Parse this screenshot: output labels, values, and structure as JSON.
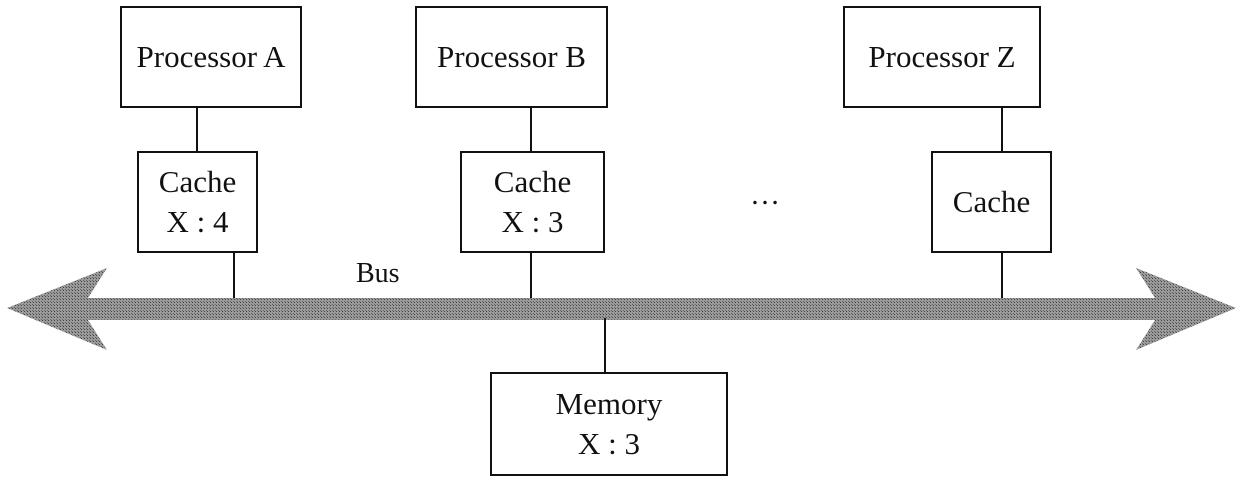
{
  "diagram": {
    "processors": [
      {
        "label": "Processor A",
        "cache": {
          "label": "Cache",
          "value": "X : 4"
        }
      },
      {
        "label": "Processor B",
        "cache": {
          "label": "Cache",
          "value": "X : 3"
        }
      },
      {
        "label": "Processor Z",
        "cache": {
          "label": "Cache",
          "value": ""
        }
      }
    ],
    "ellipsis": "…",
    "bus": {
      "label": "Bus",
      "color": "#8a8a8a"
    },
    "memory": {
      "label": "Memory",
      "value": "X : 3"
    }
  }
}
